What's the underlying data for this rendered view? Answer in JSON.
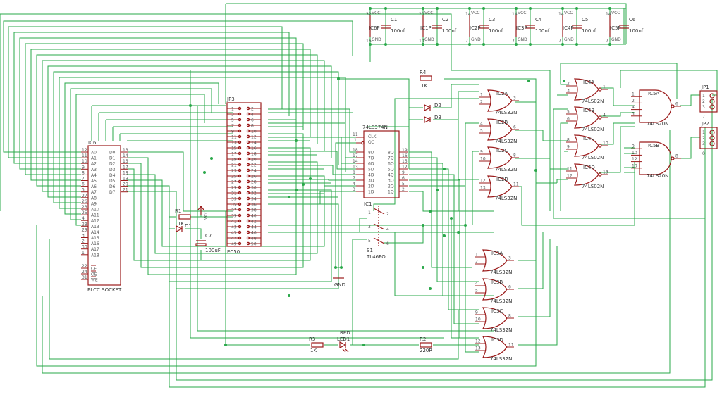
{
  "colors": {
    "wire": "#2aa84a",
    "part": "#9b1b1b",
    "text": "#333333",
    "background": "#ffffff"
  },
  "decoupling": {
    "caps": [
      {
        "name": "C1",
        "value": "100nf",
        "ic": "IC6P",
        "vcc_pin": "32",
        "gnd_pin": "16"
      },
      {
        "name": "C2",
        "value": "100nf",
        "ic": "IC1P",
        "vcc_pin": "20",
        "gnd_pin": "10"
      },
      {
        "name": "C3",
        "value": "100nf",
        "ic": "IC2P",
        "vcc_pin": "14",
        "gnd_pin": "7"
      },
      {
        "name": "C4",
        "value": "100nf",
        "ic": "IC3P",
        "vcc_pin": "14",
        "gnd_pin": "7"
      },
      {
        "name": "C5",
        "value": "100nf",
        "ic": "IC4P",
        "vcc_pin": "14",
        "gnd_pin": "7"
      },
      {
        "name": "C6",
        "value": "100nf",
        "ic": "IC5P",
        "vcc_pin": "14",
        "gnd_pin": "7"
      }
    ],
    "vcc_label": "VCC",
    "gnd_label": "GND"
  },
  "ic6": {
    "name": "IC6",
    "value": "PLCC SOCKET",
    "left": [
      {
        "n": "12",
        "l": "A0"
      },
      {
        "n": "11",
        "l": "A1"
      },
      {
        "n": "10",
        "l": "A2"
      },
      {
        "n": "9",
        "l": "A3"
      },
      {
        "n": "8",
        "l": "A4"
      },
      {
        "n": "7",
        "l": "A5"
      },
      {
        "n": "6",
        "l": "A6"
      },
      {
        "n": "5",
        "l": "A7"
      },
      {
        "n": "27",
        "l": "A8"
      },
      {
        "n": "26",
        "l": "A9"
      },
      {
        "n": "23",
        "l": "A10"
      },
      {
        "n": "25",
        "l": "A11"
      },
      {
        "n": "4",
        "l": "A12"
      },
      {
        "n": "28",
        "l": "A13"
      },
      {
        "n": "29",
        "l": "A14"
      },
      {
        "n": "3",
        "l": "A15"
      },
      {
        "n": "2",
        "l": "A16"
      },
      {
        "n": "30",
        "l": "A17"
      },
      {
        "n": "1",
        "l": "A18"
      }
    ],
    "right": [
      {
        "n": "13",
        "l": "D0"
      },
      {
        "n": "14",
        "l": "D1"
      },
      {
        "n": "15",
        "l": "D2"
      },
      {
        "n": "17",
        "l": "D3"
      },
      {
        "n": "18",
        "l": "D4"
      },
      {
        "n": "19",
        "l": "D5"
      },
      {
        "n": "20",
        "l": "D6"
      },
      {
        "n": "21",
        "l": "D7"
      }
    ],
    "ctrl": [
      {
        "n": "22",
        "l": "CE"
      },
      {
        "n": "24",
        "l": "OE"
      },
      {
        "n": "31",
        "l": "WE"
      }
    ]
  },
  "jp3": {
    "name": "JP3",
    "value": "EC50",
    "left_pins": [
      "1",
      "3",
      "5",
      "7",
      "9",
      "11",
      "13",
      "15",
      "17",
      "19",
      "21",
      "23",
      "25",
      "27",
      "29",
      "31",
      "33",
      "35",
      "37",
      "39",
      "41",
      "43",
      "45",
      "47",
      "49"
    ],
    "right_pins": [
      "2",
      "4",
      "6",
      "8",
      "10",
      "12",
      "14",
      "16",
      "18",
      "20",
      "22",
      "24",
      "26",
      "28",
      "30",
      "32",
      "34",
      "36",
      "38",
      "40",
      "42",
      "44",
      "46",
      "48",
      "50"
    ]
  },
  "ic1": {
    "name": "74LS374N",
    "clk": "CLK",
    "oc": "OC",
    "clk_pin": "11",
    "oc_pin": "1",
    "left": [
      {
        "n": "18",
        "l": "8D"
      },
      {
        "n": "17",
        "l": "7D"
      },
      {
        "n": "14",
        "l": "6D"
      },
      {
        "n": "13",
        "l": "5D"
      },
      {
        "n": "8",
        "l": "4D"
      },
      {
        "n": "7",
        "l": "3D"
      },
      {
        "n": "4",
        "l": "2D"
      },
      {
        "n": "3",
        "l": "1D"
      }
    ],
    "right": [
      {
        "n": "19",
        "l": "8Q"
      },
      {
        "n": "16",
        "l": "7Q"
      },
      {
        "n": "15",
        "l": "6Q"
      },
      {
        "n": "12",
        "l": "5Q"
      },
      {
        "n": "9",
        "l": "4Q"
      },
      {
        "n": "6",
        "l": "3Q"
      },
      {
        "n": "5",
        "l": "2Q"
      },
      {
        "n": "2",
        "l": "1Q"
      }
    ],
    "ref": "IC1"
  },
  "switch": {
    "name": "S1",
    "value": "TL46PO",
    "pins": [
      "1",
      "2",
      "3",
      "4",
      "5",
      "6"
    ]
  },
  "gates": [
    {
      "ref": "IC2A",
      "type": "74LS32N",
      "kind": "or",
      "in": [
        "1",
        "2"
      ],
      "out": "3"
    },
    {
      "ref": "IC2B",
      "type": "74LS32N",
      "kind": "or",
      "in": [
        "4",
        "5"
      ],
      "out": "6"
    },
    {
      "ref": "IC2C",
      "type": "74LS32N",
      "kind": "or",
      "in": [
        "9",
        "10"
      ],
      "out": "8"
    },
    {
      "ref": "IC2D",
      "type": "74LS32N",
      "kind": "or",
      "in": [
        "12",
        "13"
      ],
      "out": "11"
    },
    {
      "ref": "IC3A",
      "type": "74LS32N",
      "kind": "or",
      "in": [
        "1",
        "2"
      ],
      "out": "3"
    },
    {
      "ref": "IC3B",
      "type": "74LS32N",
      "kind": "or",
      "in": [
        "4",
        "5"
      ],
      "out": "6"
    },
    {
      "ref": "IC3C",
      "type": "74LS32N",
      "kind": "or",
      "in": [
        "9",
        "10"
      ],
      "out": "8"
    },
    {
      "ref": "IC3D",
      "type": "74LS32N",
      "kind": "or",
      "in": [
        "12",
        "13"
      ],
      "out": "11"
    },
    {
      "ref": "IC4A",
      "type": "74LS02N",
      "kind": "nor",
      "in": [
        "2",
        "3"
      ],
      "out": "1"
    },
    {
      "ref": "IC4B",
      "type": "74LS02N",
      "kind": "nor",
      "in": [
        "5",
        "6"
      ],
      "out": "4"
    },
    {
      "ref": "IC4C",
      "type": "74LS02N",
      "kind": "nor",
      "in": [
        "8",
        "9"
      ],
      "out": "10"
    },
    {
      "ref": "IC4D",
      "type": "74LS02N",
      "kind": "nor",
      "in": [
        "11",
        "12"
      ],
      "out": "13"
    },
    {
      "ref": "IC5A",
      "type": "74LS20N",
      "kind": "nand",
      "in": [
        "1",
        "2",
        "4",
        "5"
      ],
      "out": "6"
    },
    {
      "ref": "IC5B",
      "type": "74LS20N",
      "kind": "nand",
      "in": [
        "9",
        "10",
        "12",
        "13"
      ],
      "out": "8"
    }
  ],
  "parts": {
    "r1": {
      "name": "R1",
      "value": "1K"
    },
    "r2": {
      "name": "R2",
      "value": "220R"
    },
    "r3": {
      "name": "R3",
      "value": "1K"
    },
    "r4": {
      "name": "R4",
      "value": "1K"
    },
    "d1": {
      "name": "D1"
    },
    "d2": {
      "name": "D2"
    },
    "d3": {
      "name": "D3"
    },
    "c7": {
      "name": "C7",
      "value": "100uF"
    },
    "led": {
      "name": "LED1",
      "value": "RED"
    },
    "jp1": {
      "name": "JP1",
      "pins": [
        "1",
        "2",
        "3"
      ]
    },
    "jp2": {
      "name": "JP2",
      "pins": [
        "1",
        "2",
        "3"
      ],
      "top": "7",
      "bottom": "0"
    },
    "vcc": "VCC",
    "gnd": "GND"
  }
}
